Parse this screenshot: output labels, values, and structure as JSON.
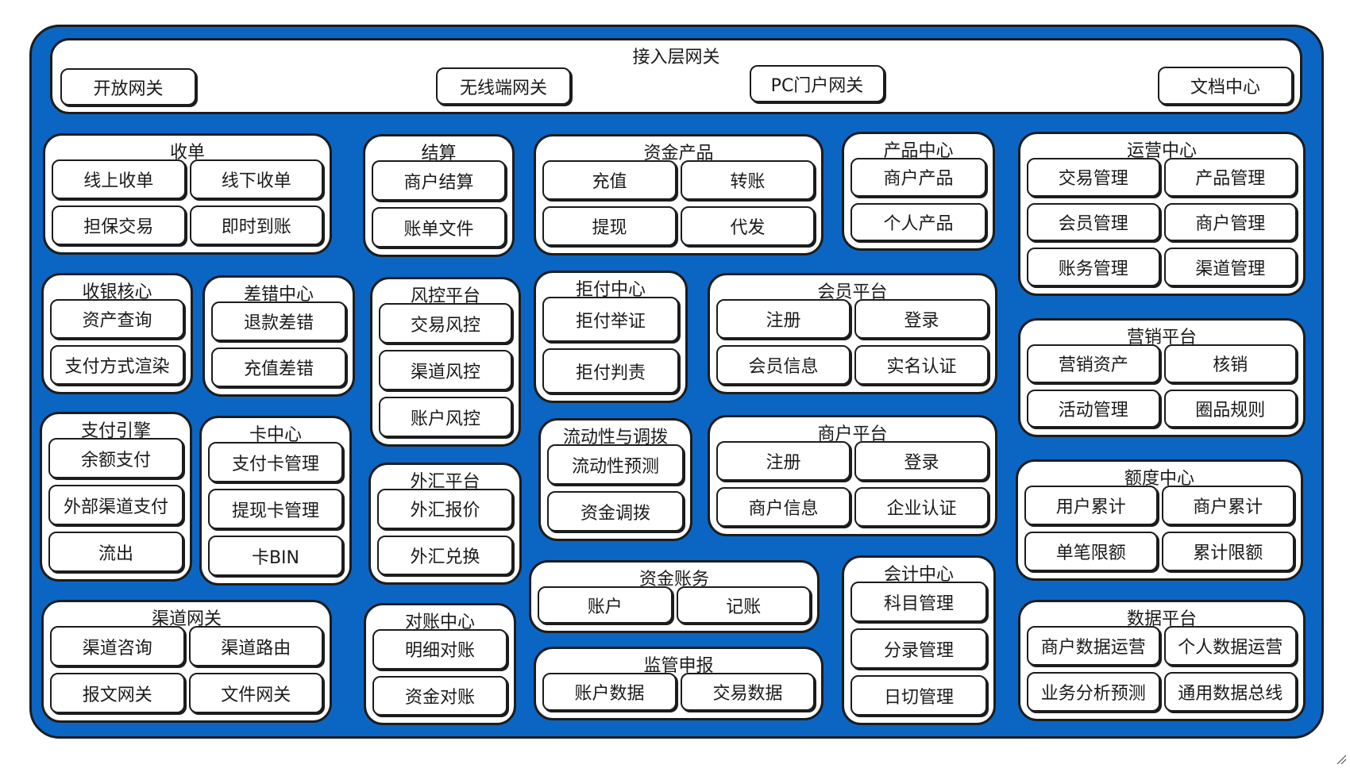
{
  "groups": [
    {
      "id": "gateway",
      "title": "接入层网关",
      "items": [
        "开放网关",
        "无线端网关",
        "PC门户网关",
        "文档中心"
      ]
    },
    {
      "id": "acquiring",
      "title": "收单",
      "items": [
        "线上收单",
        "线下收单",
        "担保交易",
        "即时到账"
      ]
    },
    {
      "id": "settlement",
      "title": "结算",
      "items": [
        "商户结算",
        "账单文件"
      ]
    },
    {
      "id": "fund-product",
      "title": "资金产品",
      "items": [
        "充值",
        "转账",
        "提现",
        "代发"
      ]
    },
    {
      "id": "product-center",
      "title": "产品中心",
      "items": [
        "商户产品",
        "个人产品"
      ]
    },
    {
      "id": "ops-center",
      "title": "运营中心",
      "items": [
        "交易管理",
        "产品管理",
        "会员管理",
        "商户管理",
        "账务管理",
        "渠道管理"
      ]
    },
    {
      "id": "cashier-core",
      "title": "收银核心",
      "items": [
        "资产查询",
        "支付方式渲染"
      ]
    },
    {
      "id": "error-center",
      "title": "差错中心",
      "items": [
        "退款差错",
        "充值差错"
      ]
    },
    {
      "id": "risk-platform",
      "title": "风控平台",
      "items": [
        "交易风控",
        "渠道风控",
        "账户风控"
      ]
    },
    {
      "id": "chargeback-center",
      "title": "拒付中心",
      "items": [
        "拒付举证",
        "拒付判责"
      ]
    },
    {
      "id": "member-platform",
      "title": "会员平台",
      "items": [
        "注册",
        "登录",
        "会员信息",
        "实名认证"
      ]
    },
    {
      "id": "marketing-platform",
      "title": "营销平台",
      "items": [
        "营销资产",
        "核销",
        "活动管理",
        "圈品规则"
      ]
    },
    {
      "id": "payment-engine",
      "title": "支付引擎",
      "items": [
        "余额支付",
        "外部渠道支付",
        "流出"
      ]
    },
    {
      "id": "card-center",
      "title": "卡中心",
      "items": [
        "支付卡管理",
        "提现卡管理",
        "卡BIN"
      ]
    },
    {
      "id": "liquidity",
      "title": "流动性与调拨",
      "items": [
        "流动性预测",
        "资金调拨"
      ]
    },
    {
      "id": "merchant-platform",
      "title": "商户平台",
      "items": [
        "注册",
        "登录",
        "商户信息",
        "企业认证"
      ]
    },
    {
      "id": "quota-center",
      "title": "额度中心",
      "items": [
        "用户累计",
        "商户累计",
        "单笔限额",
        "累计限额"
      ]
    },
    {
      "id": "fx-platform",
      "title": "外汇平台",
      "items": [
        "外汇报价",
        "外汇兑换"
      ]
    },
    {
      "id": "fund-accounting",
      "title": "资金账务",
      "items": [
        "账户",
        "记账"
      ]
    },
    {
      "id": "accounting-center",
      "title": "会计中心",
      "items": [
        "科目管理",
        "分录管理",
        "日切管理"
      ]
    },
    {
      "id": "channel-gateway",
      "title": "渠道网关",
      "items": [
        "渠道咨询",
        "渠道路由",
        "报文网关",
        "文件网关"
      ]
    },
    {
      "id": "reconciliation",
      "title": "对账中心",
      "items": [
        "明细对账",
        "资金对账"
      ]
    },
    {
      "id": "regulatory",
      "title": "监管申报",
      "items": [
        "账户数据",
        "交易数据"
      ]
    },
    {
      "id": "data-platform",
      "title": "数据平台",
      "items": [
        "商户数据运营",
        "个人数据运营",
        "业务分析预测",
        "通用数据总线"
      ]
    }
  ],
  "colors": {
    "background": "#0b66c3",
    "box_fill": "#ffffff",
    "stroke": "#1c1c1c"
  }
}
